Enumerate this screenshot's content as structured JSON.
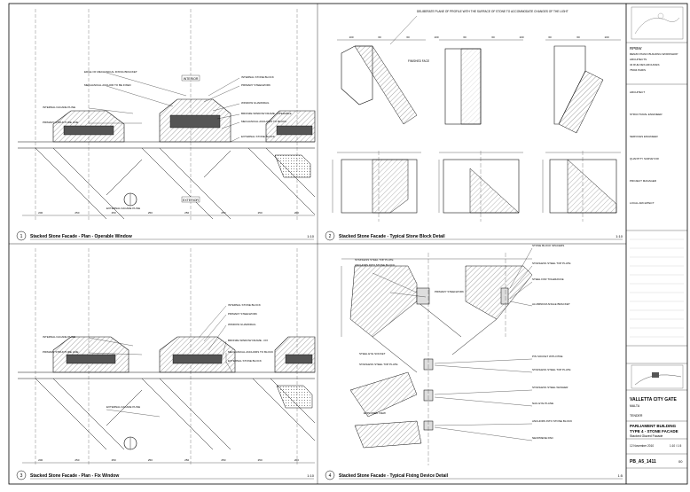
{
  "sheet": {
    "title": "Stone Facade Details",
    "border_color": "#000000",
    "line_color": "#1a1a1a",
    "fill_hatch": "#bfbfbf"
  },
  "panels": {
    "p1": {
      "number": "1",
      "title": "Stacked Stone Facade - Plan - Operable Window",
      "scale": "1:10"
    },
    "p2": {
      "number": "2",
      "title": "Stacked Stone Facade - Typical Stone Block Detail",
      "scale": "1:10"
    },
    "p3": {
      "number": "3",
      "title": "Stacked Stone Facade - Plan - Fix Window",
      "scale": "1:10"
    },
    "p4": {
      "number": "4",
      "title": "Stacked Stone Facade - Typical Fixing Device Detail",
      "scale": "1:5"
    }
  },
  "labels": {
    "interior": "INTERIOR",
    "exterior": "EXTERIOR",
    "p1_notes": [
      "EDGE OF MECHANICAL FIXING BRACKET",
      "MECHANICAL ANCHOR TO BE FIXED",
      "INTERNAL FACADE PLINE",
      "PRIMARY STRUCTURE LINE",
      "INTERNAL STONE BLOCK",
      "PRIMARY STEELWORK",
      "WINDOW GUARDRAIL",
      "BRONZE WINDOW FRAME - OPERABLE",
      "MECHANICAL ANCHORS TO BLOCK",
      "EXTERNAL STONE BLOCK",
      "EXTERNAL FACADE PLINE"
    ],
    "p3_notes": [
      "INTERNAL STONE BLOCK",
      "PRIMARY STEELWORK",
      "WINDOW GUARDRAIL",
      "INTERNAL FACADE PLINE",
      "PRIMARY STRUCTURE LINE",
      "BRONZE WINDOW FRAME - FIX",
      "MECHANICAL ANCHORS TO BLOCK",
      "EXTERNAL STONE BLOCK",
      "EXTERNAL FACADE PLINE"
    ],
    "p2_note": "DELIBERATE PLANE OF PROFILE WITH THE SURFACE OF STONE TO ACCOMMODATE CHANGES OF THE LIGHT",
    "p2_finish": "FINISHED FACE",
    "p4_notes_left": [
      "STAINLESS STEEL TOP PLATE",
      "ANCHORS INTO STONE BLOCK",
      "PRIMARY STEELWORK",
      "STEEL EYE SOCKET",
      "STAINLESS STEEL TOP PLATE",
      "EXPLODED VIEW"
    ],
    "p4_notes_right": [
      "STONE BLOCK SPACERS",
      "STAINLESS STEEL TOP PLATE",
      "STEEL FOR TOLERANCE",
      "ALUMINIUM ANGLE BRACKET",
      "PIN SOCKET WITH PINE",
      "STAINLESS STEEL TOP PLATE",
      "STAINLESS STEEL WASHER",
      "NAIL EYE PLANE",
      "ANCHORS INTO STONE BLOCK",
      "NEOPRENE PAD"
    ],
    "dims_p1": [
      "200",
      "250",
      "250",
      "250",
      "250",
      "250",
      "250",
      "200"
    ],
    "dims_p3": [
      "200",
      "250",
      "250",
      "250",
      "250",
      "250",
      "250",
      "200"
    ],
    "dims_p2": [
      "100",
      "60",
      "60",
      "100",
      "60",
      "60",
      "100",
      "60",
      "60",
      "100"
    ]
  },
  "title_block": {
    "header_lines": [
      "RPBW",
      "RENZO PIANO BUILDING WORKSHOP",
      "ARCHITECTS",
      "34 RUE DES ARCHIVES",
      "75004 PARIS"
    ],
    "body_lines": [
      "ARCHITECT",
      "STRUCTURAL ENGINEER",
      "SERVICES ENGINEER",
      "QUANTITY SURVEYOR",
      "PROJECT MANAGER",
      "LOCAL ARCHITECT"
    ],
    "project": "VALLETTA CITY GATE",
    "location": "MALTA",
    "phase": "TENDER",
    "drawing_title_1": "PARLIAMENT BUILDING",
    "drawing_title_2": "TYPE 4 - STONE FACADE",
    "drawing_title_3": "Stacked Glazed Facade",
    "date": "12 November 2010",
    "scale": "1:10 / 1:5",
    "drawing_number": "PB_A5_1411",
    "revision": "00"
  }
}
